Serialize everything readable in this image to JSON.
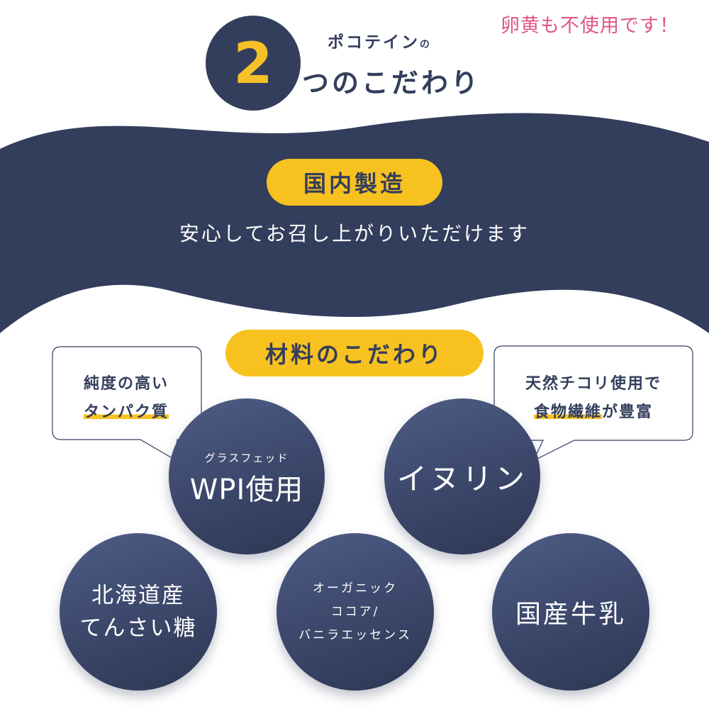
{
  "note": "卵黄も不使用です！",
  "header": {
    "number": "2",
    "title_small": "ポコテイン",
    "title_small_suffix": "の",
    "title_big": "つのこだわり"
  },
  "section1": {
    "pill": "国内製造",
    "subtitle": "安心してお召し上がりいただけます"
  },
  "section2": {
    "pill": "材料のこだわり"
  },
  "bubbles": {
    "left": {
      "line1": "純度の高い",
      "line2": "タンパク質"
    },
    "right": {
      "line1": "天然チコリ使用で",
      "line2_highlight": "食物繊維",
      "line2_rest": "が豊富"
    }
  },
  "circles": {
    "wpi": {
      "small": "グラスフェッド",
      "big": "WPI使用"
    },
    "inulin": "イヌリン",
    "hokkaido": {
      "line1": "北海道産",
      "line2": "てんさい糖"
    },
    "cocoa": {
      "line1": "オーガニック",
      "line2": "ココア/",
      "line3": "バニラエッセンス"
    },
    "milk": "国産牛乳"
  },
  "colors": {
    "navy": "#333e5c",
    "yellow": "#f7c220",
    "pink": "#e0568a",
    "white": "#ffffff"
  }
}
